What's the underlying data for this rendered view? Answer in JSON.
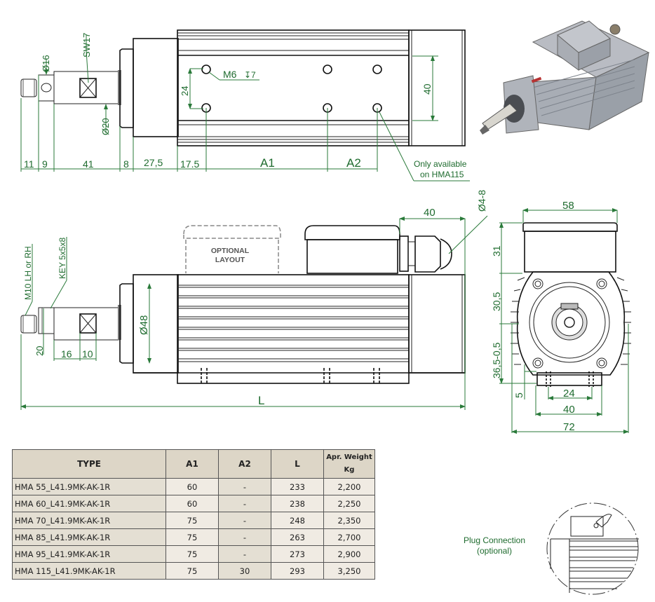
{
  "top_view": {
    "dims": {
      "d16": "Ø16",
      "sw17": "SW17",
      "d20": "Ø20",
      "d11": "11",
      "d9": "9",
      "d41": "41",
      "d8": "8",
      "d27_5": "27,5",
      "d17_5": "17.5",
      "a1": "A1",
      "a2": "A2",
      "m6": "M6",
      "depth_symbol": "↧7",
      "d24": "24",
      "d40": "40"
    },
    "note_line1": "Only available",
    "note_line2": "on HMA115"
  },
  "side_view": {
    "dims": {
      "m10": "M10 LH or RH",
      "key": "KEY 5x5x8",
      "d20": "20",
      "d16": "16",
      "d10": "10",
      "d48": "Ø48",
      "d40": "40",
      "d4_8": "Ø4-8",
      "length": "L"
    },
    "optional_line1": "OPTIONAL",
    "optional_line2": "LAYOUT"
  },
  "front_view": {
    "dims": {
      "d58": "58",
      "d31": "31",
      "d30_5": "30,5",
      "d36_5": "36,5-0,5",
      "d5": "5",
      "d24": "24",
      "d40": "40",
      "d72": "72"
    }
  },
  "plug_connection": {
    "line1": "Plug Connection",
    "line2": "(optional)"
  },
  "table": {
    "headers": [
      "TYPE",
      "A1",
      "A2",
      "L",
      "Apr. Weight",
      "Kg"
    ],
    "rows": [
      {
        "type": "HMA 55_L41.9MK-AK-1R",
        "a1": "60",
        "a2": "-",
        "l": "233",
        "weight": "2,200"
      },
      {
        "type": "HMA 60_L41.9MK-AK-1R",
        "a1": "60",
        "a2": "-",
        "l": "238",
        "weight": "2,250"
      },
      {
        "type": "HMA 70_L41.9MK-AK-1R",
        "a1": "75",
        "a2": "-",
        "l": "248",
        "weight": "2,350"
      },
      {
        "type": "HMA 85_L41.9MK-AK-1R",
        "a1": "75",
        "a2": "-",
        "l": "263",
        "weight": "2,700"
      },
      {
        "type": "HMA 95_L41.9MK-AK-1R",
        "a1": "75",
        "a2": "-",
        "l": "273",
        "weight": "2,900"
      },
      {
        "type": "HMA 115_L41.9MK-AK-1R",
        "a1": "75",
        "a2": "30",
        "l": "293",
        "weight": "3,250"
      }
    ]
  },
  "colors": {
    "dimension": "#1e6b2e",
    "outline": "#111111",
    "table_header": "#ddd6c7",
    "table_cell": "#f0ebe3"
  }
}
